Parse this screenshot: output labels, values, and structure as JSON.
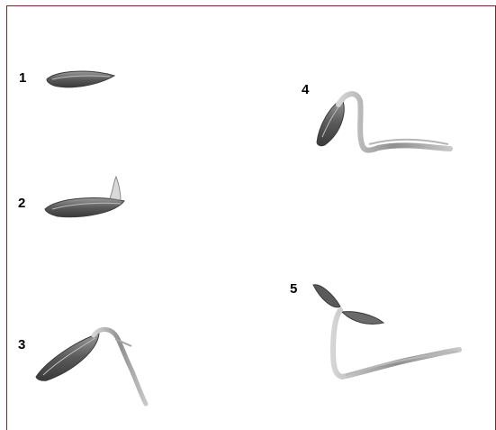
{
  "stages": [
    {
      "label": "1",
      "description_icon": "seed-icon"
    },
    {
      "label": "2",
      "description_icon": "germinating-seed-icon"
    },
    {
      "label": "3",
      "description_icon": "seedling-root-icon"
    },
    {
      "label": "4",
      "description_icon": "seedling-hook-icon"
    },
    {
      "label": "5",
      "description_icon": "seedling-cotyledons-icon"
    }
  ],
  "colors": {
    "frame": "#6b2b2b",
    "seed_dark": "#4a4a4a",
    "seed_mid": "#8a8a8a",
    "seed_light": "#cfcfcf",
    "stem": "#9a9a9a"
  }
}
